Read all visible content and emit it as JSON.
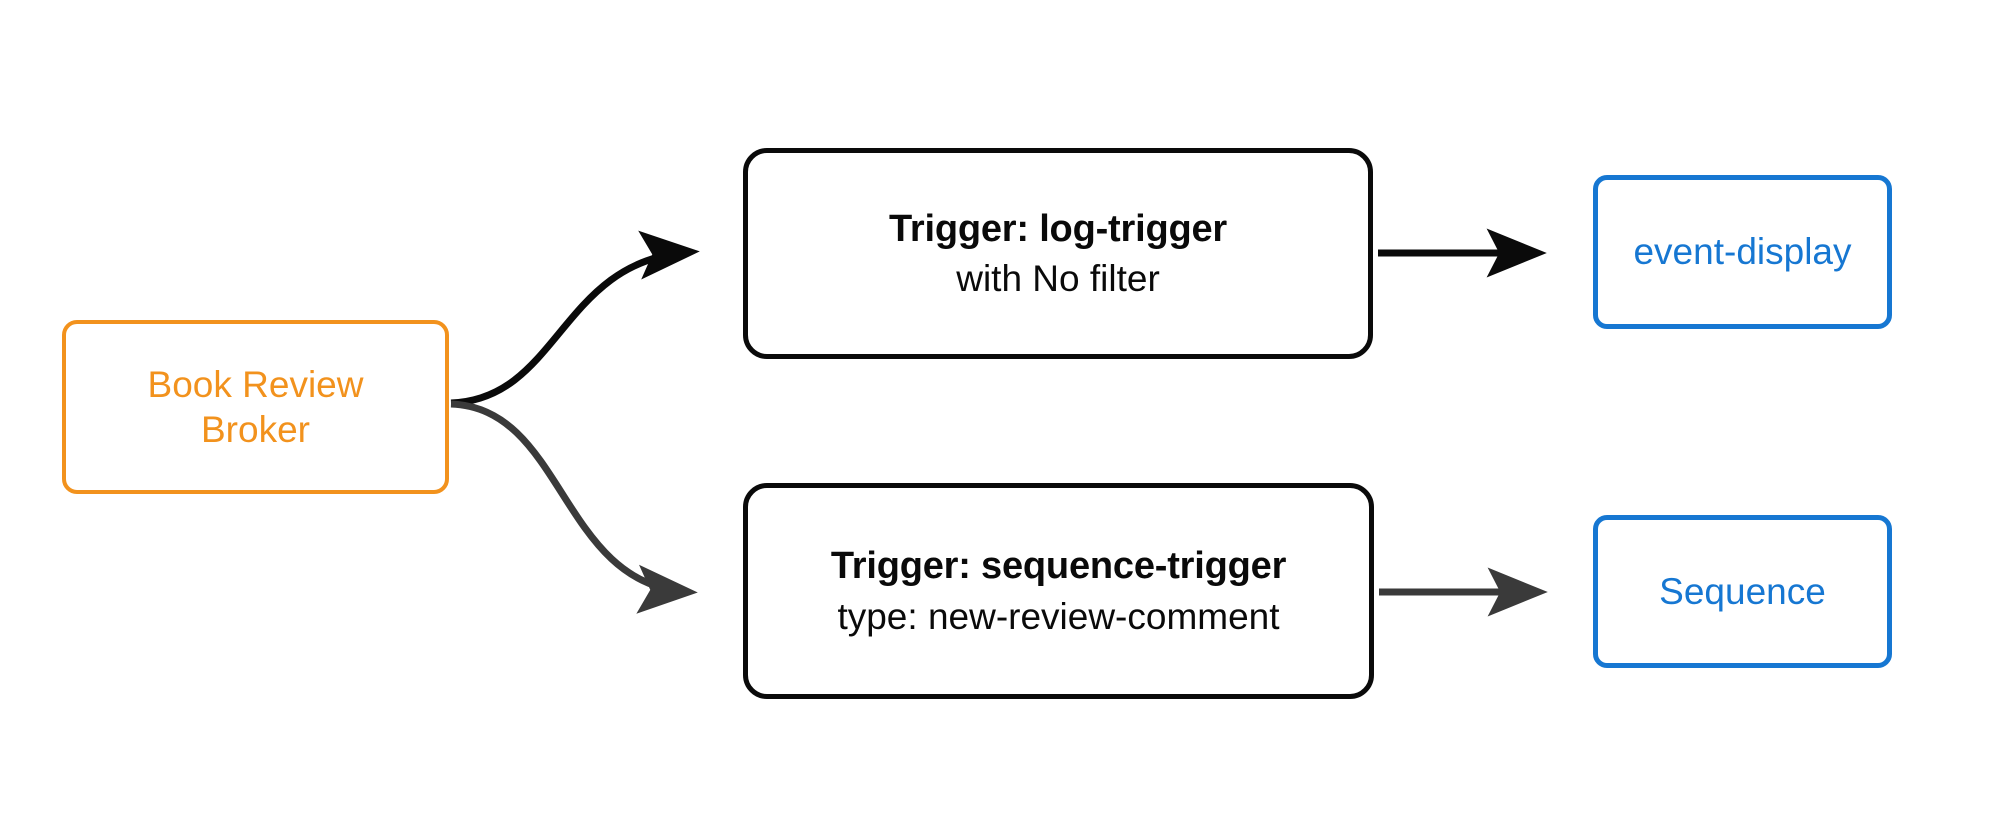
{
  "diagram": {
    "background_color": "#ffffff",
    "nodes": {
      "broker": {
        "line1": "Book Review",
        "line2": "Broker",
        "color": "#F2921D"
      },
      "trigger_log": {
        "title": "Trigger: log-trigger",
        "subtitle": "with No filter",
        "color": "#0a0a0a"
      },
      "trigger_sequence": {
        "title": "Trigger: sequence-trigger",
        "subtitle": "type: new-review-comment",
        "color": "#0a0a0a"
      },
      "event_display": {
        "label": "event-display",
        "color": "#1677D2"
      },
      "sequence": {
        "label": "Sequence",
        "color": "#1677D2"
      }
    },
    "edges": [
      {
        "id": "broker-to-log-trigger",
        "from": "broker",
        "to": "trigger_log",
        "label": "",
        "style": "curved",
        "color": "#0a0a0a"
      },
      {
        "id": "broker-to-sequence-trigger",
        "from": "broker",
        "to": "trigger_sequence",
        "label": "",
        "style": "curved",
        "color": "#3a3a3a"
      },
      {
        "id": "log-trigger-to-event-display",
        "from": "trigger_log",
        "to": "event_display",
        "label": "",
        "style": "straight",
        "color": "#0a0a0a"
      },
      {
        "id": "sequence-trigger-to-sequence",
        "from": "trigger_sequence",
        "to": "sequence",
        "label": "",
        "style": "straight",
        "color": "#3a3a3a"
      }
    ]
  }
}
